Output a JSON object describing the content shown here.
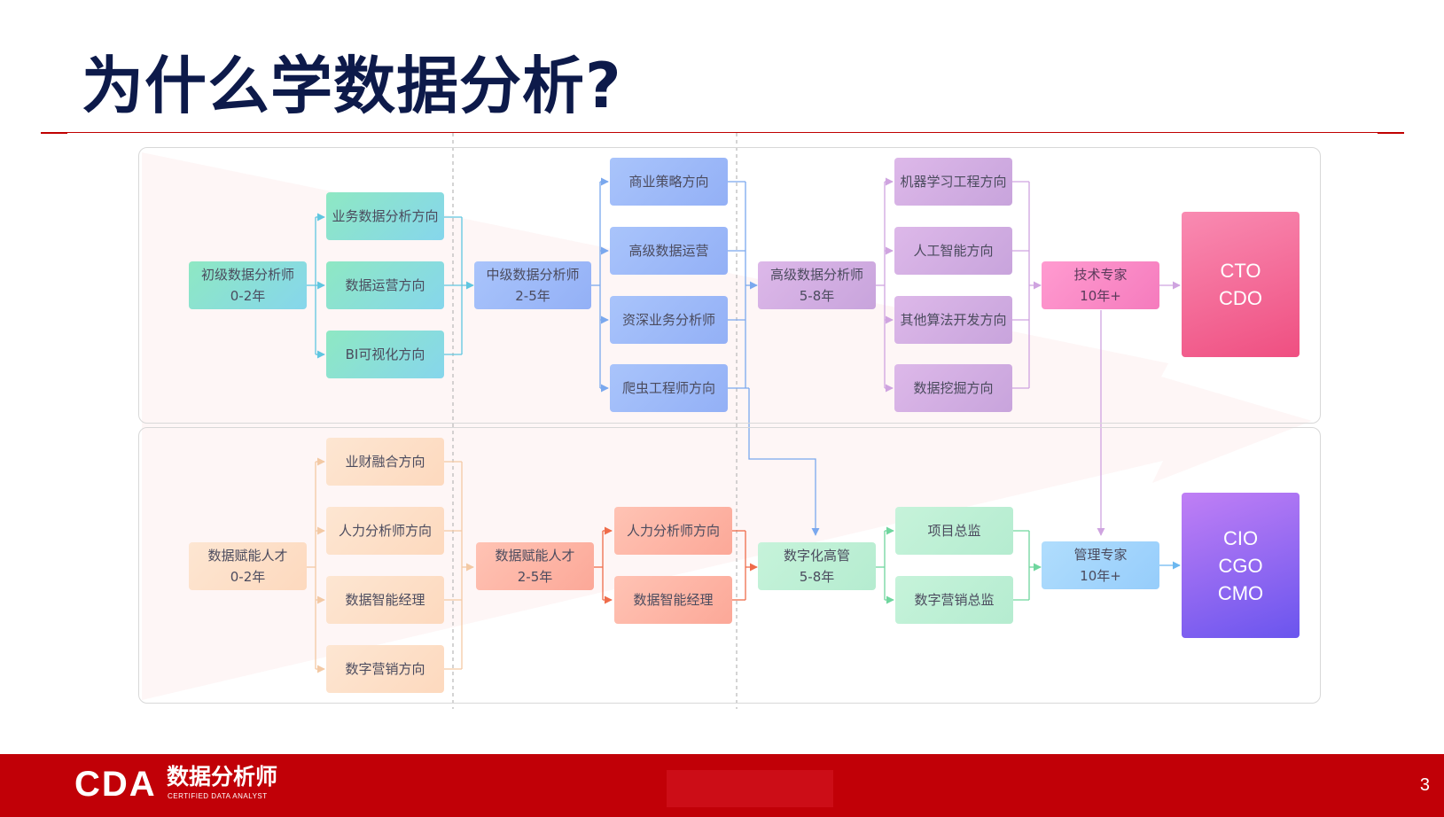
{
  "title": "为什么学数据分析?",
  "colors": {
    "title": "#0d1a4a",
    "accent_red": "#c00000",
    "footer": "#c10007",
    "cto_box": "#ef4f81",
    "cio_box": "#6a55ee"
  },
  "nodes": {
    "junior": {
      "line1": "初级数据分析师",
      "line2": "0-2年"
    },
    "biz_analysis": {
      "line1": "业务数据分析方向"
    },
    "data_ops": {
      "line1": "数据运营方向"
    },
    "bi_viz": {
      "line1": "BI可视化方向"
    },
    "mid": {
      "line1": "中级数据分析师",
      "line2": "2-5年"
    },
    "biz_strategy": {
      "line1": "商业策略方向"
    },
    "senior_ops": {
      "line1": "高级数据运营"
    },
    "senior_biz": {
      "line1": "资深业务分析师"
    },
    "crawler": {
      "line1": "爬虫工程师方向"
    },
    "senior": {
      "line1": "高级数据分析师",
      "line2": "5-8年"
    },
    "ml_eng": {
      "line1": "机器学习工程方向"
    },
    "ai": {
      "line1": "人工智能方向"
    },
    "algo_dev": {
      "line1": "其他算法开发方向"
    },
    "data_mining": {
      "line1": "数据挖掘方向"
    },
    "tech_expert": {
      "line1": "技术专家",
      "line2": "10年+"
    },
    "enable_junior": {
      "line1": "数据赋能人才",
      "line2": "0-2年"
    },
    "finance": {
      "line1": "业财融合方向"
    },
    "hr_analyst_a": {
      "line1": "人力分析师方向"
    },
    "smart_mgr_a": {
      "line1": "数据智能经理"
    },
    "digital_mkt": {
      "line1": "数字营销方向"
    },
    "enable_mid": {
      "line1": "数据赋能人才",
      "line2": "2-5年"
    },
    "hr_analyst_b": {
      "line1": "人力分析师方向"
    },
    "smart_mgr_b": {
      "line1": "数据智能经理"
    },
    "digital_exec": {
      "line1": "数字化高管",
      "line2": "5-8年"
    },
    "project_dir": {
      "line1": "项目总监"
    },
    "mkt_dir": {
      "line1": "数字营销总监"
    },
    "mgmt_expert": {
      "line1": "管理专家",
      "line2": "10年+"
    }
  },
  "outcomes": {
    "tech": {
      "line1": "CTO",
      "line2": "CDO"
    },
    "mgmt": {
      "line1": "CIO",
      "line2": "CGO",
      "line3": "CMO"
    }
  },
  "footer": {
    "logo_mark": "CDA",
    "logo_cn": "数据分析师",
    "logo_en": "CERTIFIED DATA ANALYST",
    "page_number": "3"
  }
}
